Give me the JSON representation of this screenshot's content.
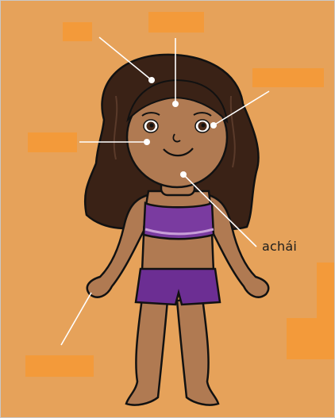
{
  "diagram": {
    "background_color": "#e6a25a",
    "label_box_color": "#f39a3a",
    "labels": [
      {
        "id": "hair",
        "text": ""
      },
      {
        "id": "head",
        "text": ""
      },
      {
        "id": "eye",
        "text": ""
      },
      {
        "id": "cheek",
        "text": ""
      },
      {
        "id": "chin",
        "text": "achái"
      },
      {
        "id": "hand",
        "text": ""
      }
    ],
    "figure": {
      "skin": "#b07a52",
      "hair": "#3a2216",
      "top_color": "#7a3ba0",
      "shorts_color": "#6c2e93"
    }
  }
}
